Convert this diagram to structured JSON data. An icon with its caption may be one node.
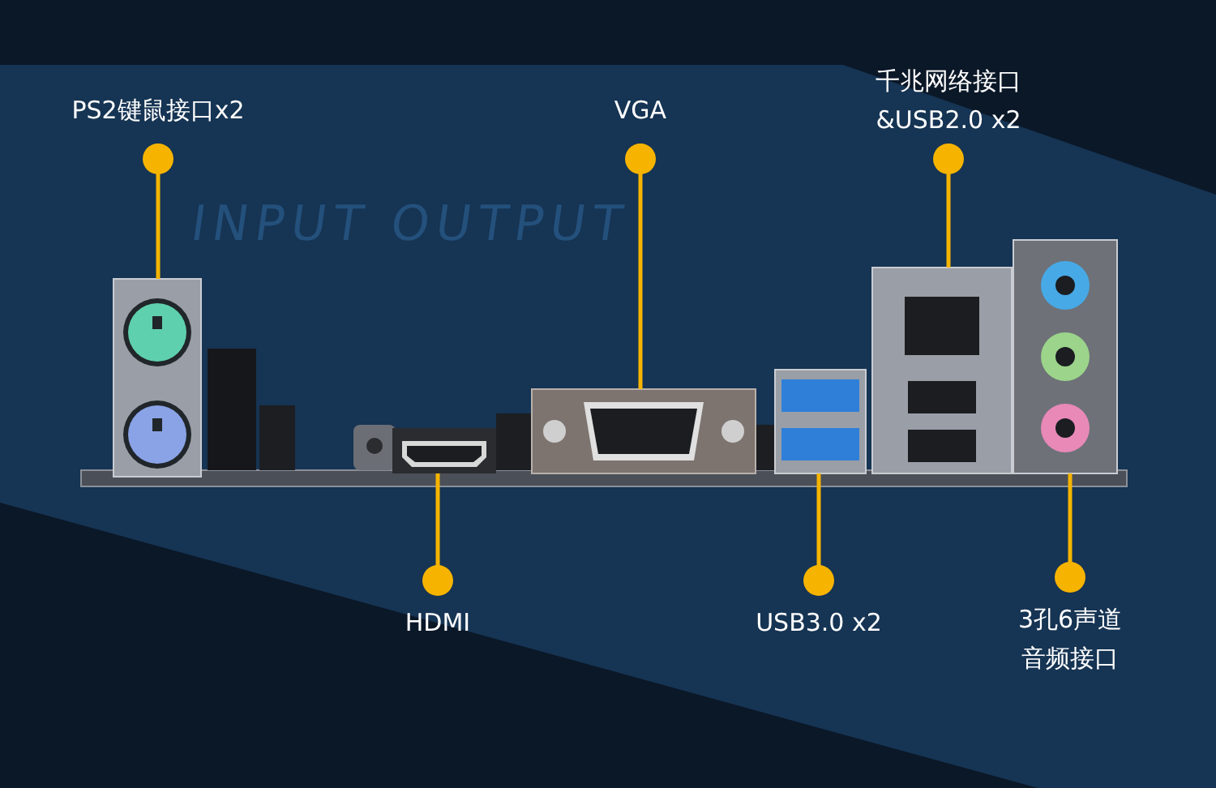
{
  "diagram": {
    "nodes": [
      {
        "text": [
          "PS2键鼠接口x2"
        ]
      },
      {
        "text": [
          "VGA"
        ]
      },
      {
        "text": [
          "千兆网络接口 &USB2.0 x2"
        ]
      },
      {
        "text": [
          "HDMI"
        ]
      },
      {
        "text": [
          "USB3.0 x2"
        ]
      },
      {
        "text": [
          "3孔6声道音频接口"
        ]
      },
      {
        "text": [],
        "shape": "picture"
      },
      {
        "text": [],
        "shape": "picture"
      },
      {
        "text": [],
        "shape": "picture"
      },
      {
        "text": [],
        "shape": "picture"
      },
      {
        "text": [],
        "shape": "picture"
      },
      {
        "text": [],
        "shape": "picture"
      }
    ],
    "edges": [
      {
        "from": 0,
        "to": 6,
        "arrow": "other"
      },
      {
        "from": 1,
        "to": 7,
        "arrow": "other"
      },
      {
        "from": 2,
        "to": 8,
        "arrow": "other"
      },
      {
        "from": 3,
        "to": 9,
        "arrow": "other"
      },
      {
        "from": 4,
        "to": 10,
        "arrow": "other"
      },
      {
        "from": 5,
        "to": 11,
        "arrow": "other"
      }
    ],
    "labels": [
      "INPUT OUTPUT"
    ]
  }
}
